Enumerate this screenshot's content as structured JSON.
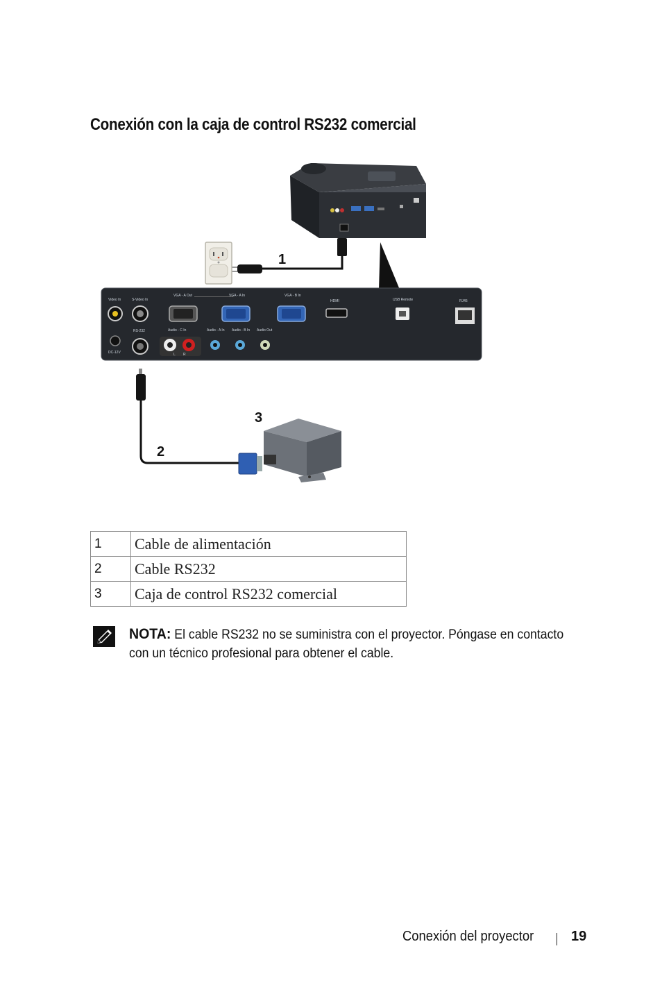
{
  "section_title": "Conexión con la caja de control RS232 comercial",
  "figure": {
    "callouts": [
      "1",
      "2",
      "3"
    ],
    "panel_labels": {
      "video_in": "Video In",
      "s_video_in": "S-Video In",
      "vga_a_out": "VGA - A Out",
      "vga_a_in": "VGA - A In",
      "vga_b_in": "VGA - B In",
      "hdmi": "HDMI",
      "usb_remote": "USB Remote",
      "rj45": "RJ45",
      "rs232": "RS-232",
      "audio_c_in": "Audio - C In",
      "audio_a_in": "Audio - A In",
      "audio_b_in": "Audio - B In",
      "audio_out": "Audio Out",
      "dc_12v": "DC-12V",
      "l": "L",
      "r": "R"
    }
  },
  "legend": [
    {
      "num": "1",
      "label": "Cable de alimentación"
    },
    {
      "num": "2",
      "label": "Cable RS232"
    },
    {
      "num": "3",
      "label": "Caja de control RS232 comercial"
    }
  ],
  "note": {
    "label": "NOTA:",
    "text": "El cable RS232 no se suministra con el proyector. Póngase en contacto con un técnico profesional para obtener el cable."
  },
  "footer": {
    "section": "Conexión del proyector",
    "page": "19"
  }
}
